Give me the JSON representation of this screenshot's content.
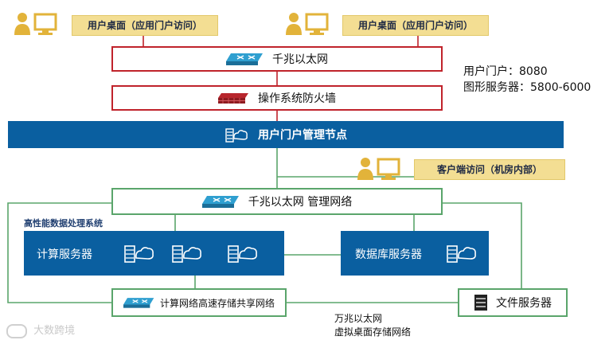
{
  "users": [
    {
      "label": "用户桌面（应用门户访问）"
    },
    {
      "label": "用户桌面（应用门户访问）"
    },
    {
      "label": "客户端访问（机房内部）"
    }
  ],
  "top_switch": {
    "label": "千兆以太网"
  },
  "firewall": {
    "label": "操作系统防火墙"
  },
  "portal_node": {
    "label": "用户门户管理节点"
  },
  "ports": {
    "line1": "用户门户：8080",
    "line2": "图形服务器：5800-6000"
  },
  "mgmt_switch": {
    "label": "千兆以太网  管理网络"
  },
  "hpc": {
    "title": "高性能数据处理系统",
    "compute_label": "计算服务器"
  },
  "db": {
    "label": "数据库服务器"
  },
  "storage_switch": {
    "label": "计算网络高速存储共享网络"
  },
  "file_server": {
    "label": "文件服务器"
  },
  "bottom_note": {
    "line1": "万兆以太网",
    "line2": "虚拟桌面存储网络"
  },
  "watermark": {
    "text": "大数跨境"
  },
  "colors": {
    "blue": "#0a5fa0",
    "green": "#5aa56b",
    "red": "#c0232b",
    "yellow": "#f3de93"
  }
}
